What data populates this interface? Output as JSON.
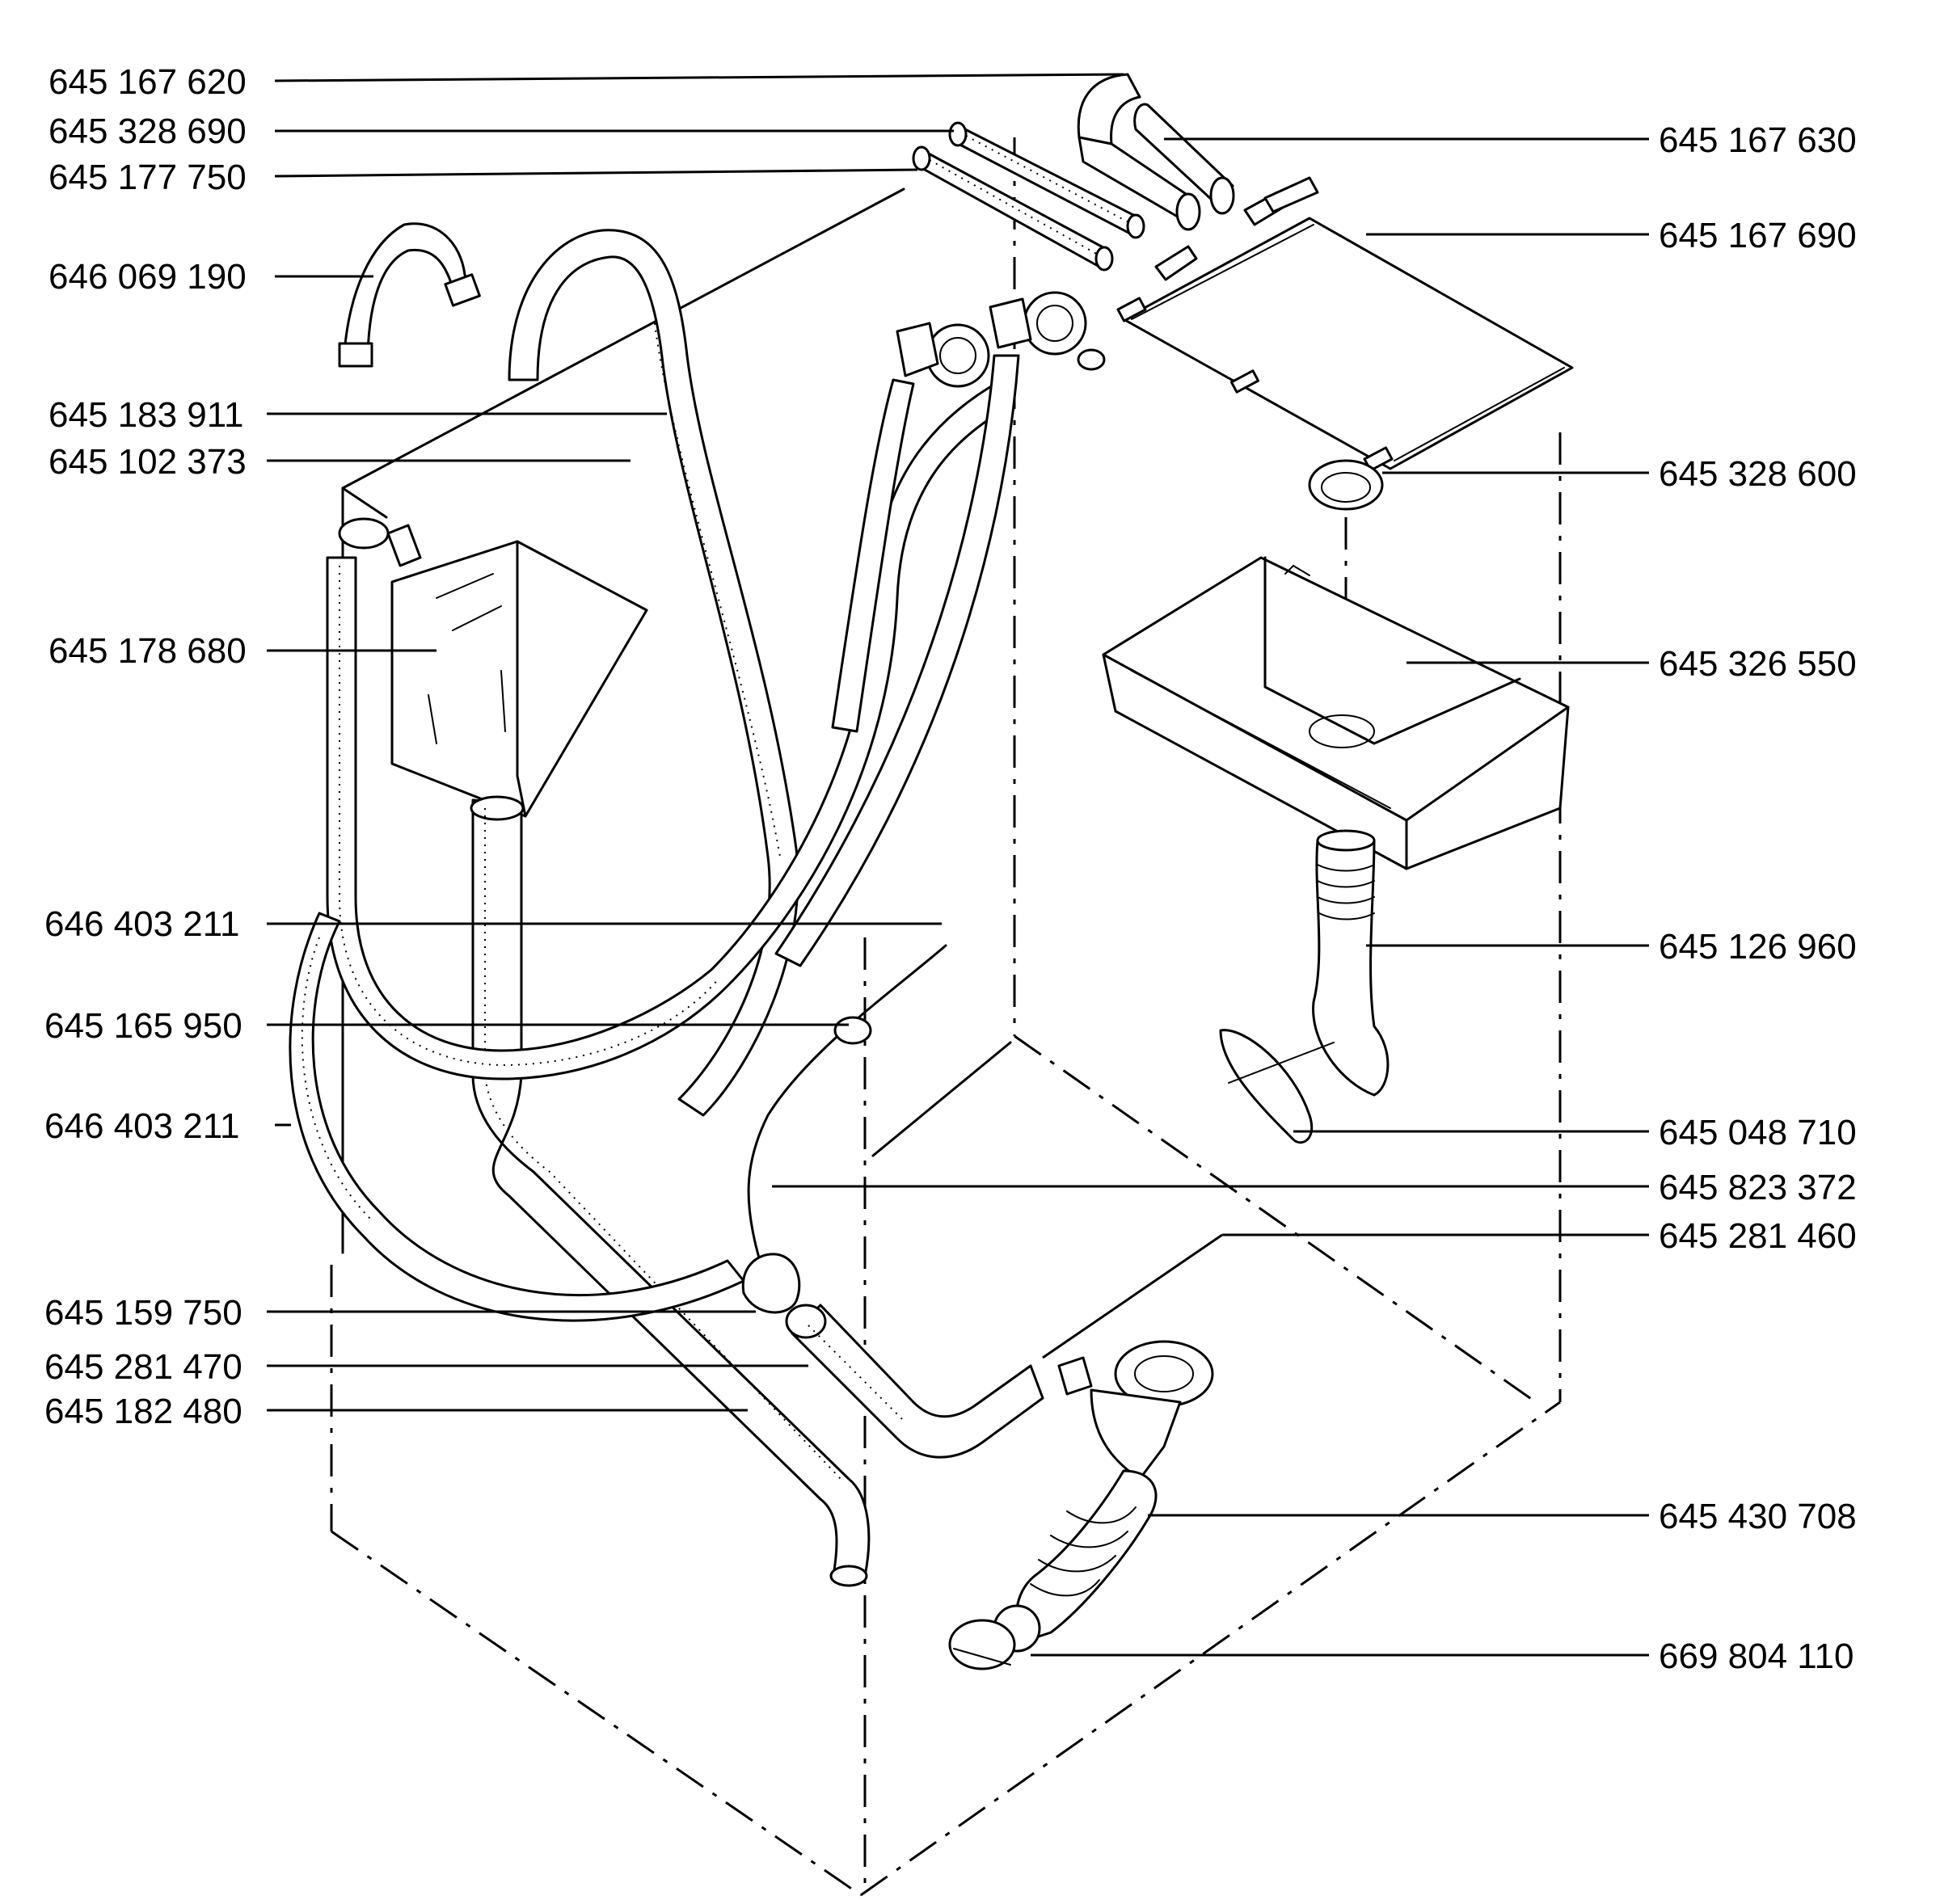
{
  "labels_left": [
    {
      "id": "l-620",
      "text": "645 167 620"
    },
    {
      "id": "l-690a",
      "text": "645 328 690"
    },
    {
      "id": "l-750a",
      "text": "645 177 750"
    },
    {
      "id": "l-190",
      "text": "646 069 190"
    },
    {
      "id": "l-911",
      "text": "645 183 911"
    },
    {
      "id": "l-373",
      "text": "645 102 373"
    },
    {
      "id": "l-680",
      "text": "645 178 680"
    },
    {
      "id": "l-211a",
      "text": "646 403 211"
    },
    {
      "id": "l-950",
      "text": "645 165 950"
    },
    {
      "id": "l-211b",
      "text": "646 403 211"
    },
    {
      "id": "l-750b",
      "text": "645 159 750"
    },
    {
      "id": "l-470",
      "text": "645 281 470"
    },
    {
      "id": "l-480",
      "text": "645 182 480"
    }
  ],
  "labels_right": [
    {
      "id": "r-630",
      "text": "645 167 630"
    },
    {
      "id": "r-690",
      "text": "645 167 690"
    },
    {
      "id": "r-600",
      "text": "645 328 600"
    },
    {
      "id": "r-550",
      "text": "645 326 550"
    },
    {
      "id": "r-960",
      "text": "645 126 960"
    },
    {
      "id": "r-710",
      "text": "645 048 710"
    },
    {
      "id": "r-372",
      "text": "645 823 372"
    },
    {
      "id": "r-460",
      "text": "645 281 460"
    },
    {
      "id": "r-708",
      "text": "645 430 708"
    },
    {
      "id": "r-110",
      "text": "669 804 110"
    }
  ]
}
